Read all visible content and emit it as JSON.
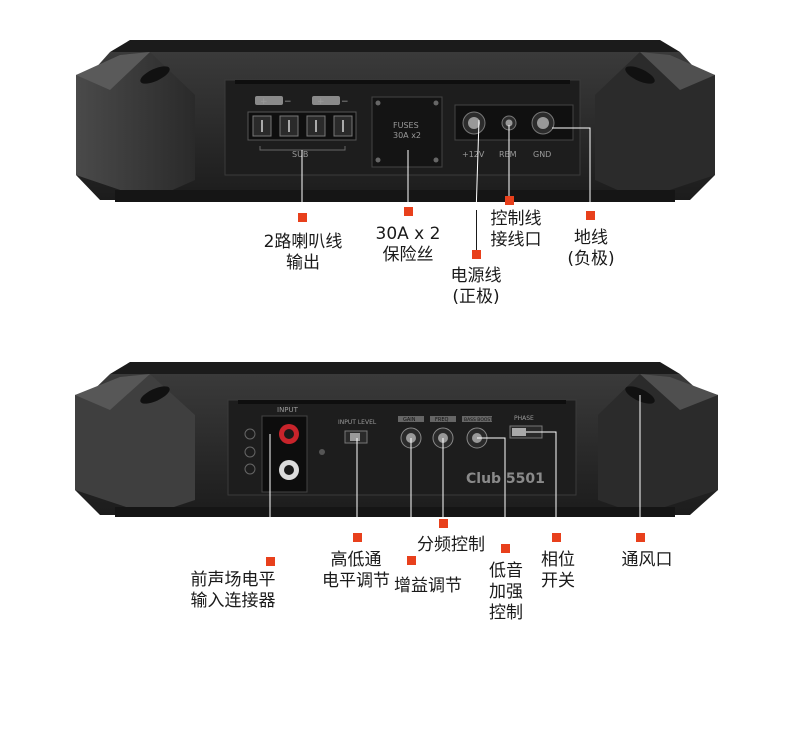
{
  "top_amp": {
    "speaker_group_label": "SUB",
    "plus_sign": "+",
    "minus_sign": "−",
    "fuses_title": "FUSES",
    "fuses_rating": "30A x2",
    "power_label": "+12V",
    "remote_label": "REM",
    "ground_label": "GND"
  },
  "bottom_amp": {
    "input_title": "INPUT",
    "input_level_title": "INPUT LEVEL",
    "gain_label": "GAIN",
    "freq_label": "FREQ",
    "bass_boost_label": "BASS BOOST",
    "phase_title": "PHASE",
    "model": "Club 5501"
  },
  "callouts": {
    "speaker_output": [
      "2路喇叭线",
      "输出"
    ],
    "fuse": [
      "30A x 2",
      "保险丝"
    ],
    "power_wire": [
      "电源线",
      "(正极)"
    ],
    "control_wire": [
      "控制线",
      "接线口"
    ],
    "ground_wire": [
      "地线",
      "(负极)"
    ],
    "front_input": [
      "前声场电平",
      "输入连接器"
    ],
    "level_adjust": [
      "高低通",
      "电平调节"
    ],
    "gain_adjust": [
      "增益调节"
    ],
    "crossover": [
      "分频控制"
    ],
    "bass_boost": [
      "低音",
      "加强",
      "控制"
    ],
    "phase_switch": [
      "相位",
      "开关"
    ],
    "vent": [
      "通风口"
    ]
  },
  "colors": {
    "marker": "#e8401c",
    "body": "#262626",
    "panel": "#1d1d1d",
    "rca_red": "#c8242b"
  }
}
